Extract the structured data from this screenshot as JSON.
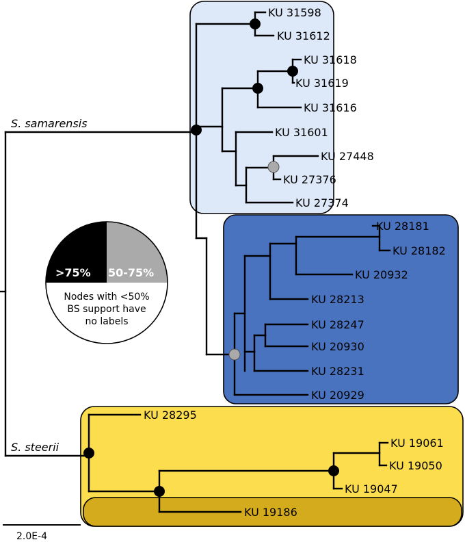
{
  "colors": {
    "clade_light": "#dde8f8",
    "clade_dark": "#4a73bf",
    "clade_yellow": "#fcdd4e",
    "clade_yellow_dark": "#d4ab1c",
    "support_high": "#000000",
    "support_mid": "#aaaaaa"
  },
  "species": {
    "samarensis": "S. samarensis",
    "steerii": "S. steerii"
  },
  "tips": {
    "t31598": "KU 31598",
    "t31612": "KU 31612",
    "t31618": "KU 31618",
    "t31619": "KU 31619",
    "t31616": "KU 31616",
    "t31601": "KU 31601",
    "t27448": "KU 27448",
    "t27376": "KU 27376",
    "t27374": "KU 27374",
    "t28181": "KU 28181",
    "t28182": "KU 28182",
    "t20932": "KU 20932",
    "t28213": "KU 28213",
    "t28247": "KU 28247",
    "t20930": "KU 20930",
    "t28231": "KU 28231",
    "t20929": "KU 20929",
    "t28295": "KU 28295",
    "t19061": "KU 19061",
    "t19050": "KU 19050",
    "t19047": "KU 19047",
    "t19186": "KU 19186"
  },
  "legend": {
    "high_label": ">75%",
    "mid_label": "50-75%",
    "note_line1": "Nodes with <50%",
    "note_line2": "BS support have",
    "note_line3": "no labels"
  },
  "scale_bar": {
    "label": "2.0E-4"
  },
  "support_nodes": {
    "high_icon": "filled-black-circle",
    "mid_icon": "filled-gray-circle"
  }
}
